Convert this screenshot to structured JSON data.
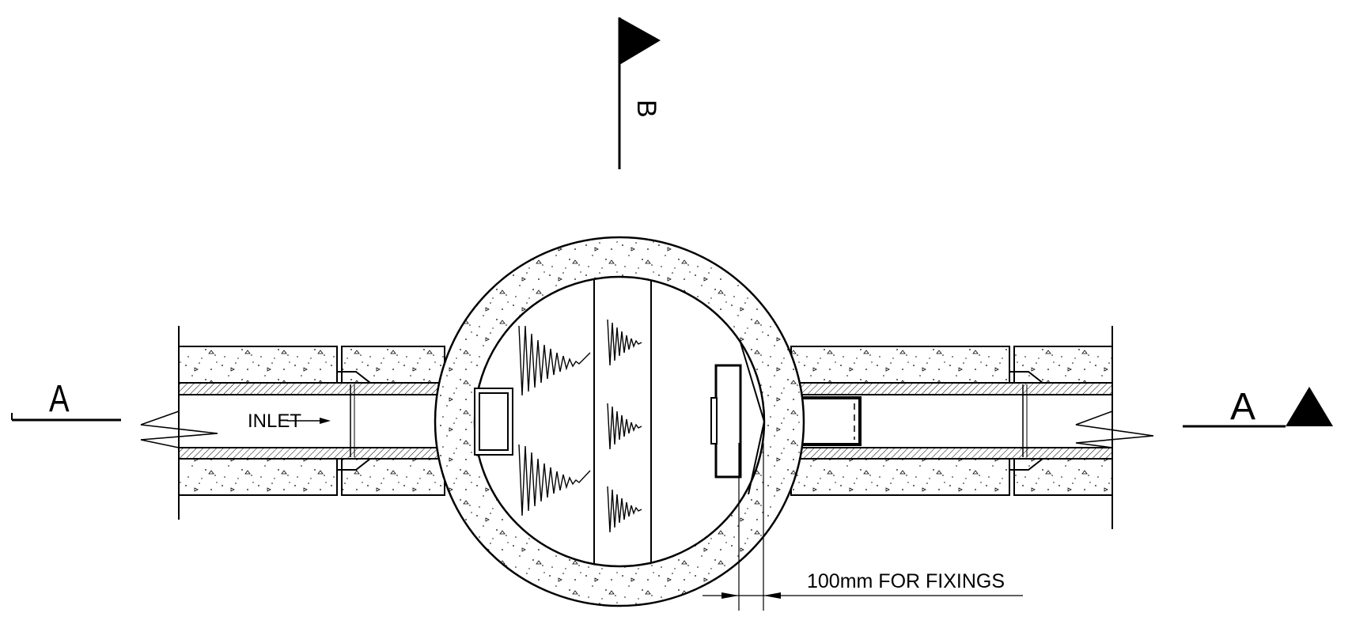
{
  "section_markers": {
    "left": "A",
    "right": "A",
    "top": "B"
  },
  "labels": {
    "inlet": "INLET",
    "fixings": "100mm FOR FIXINGS"
  },
  "colors": {
    "line": "#000000",
    "background": "#ffffff"
  }
}
